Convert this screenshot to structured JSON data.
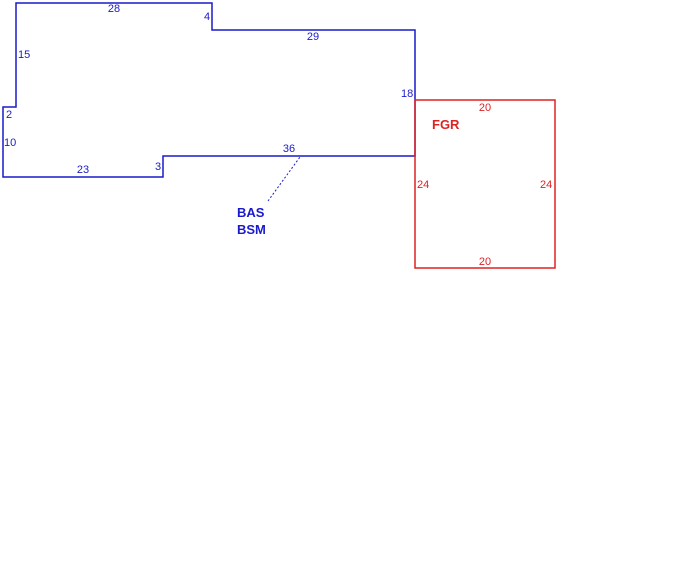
{
  "colors": {
    "main": "#1a1acc",
    "garage": "#dd2222"
  },
  "main_area": {
    "labels": [
      "BAS",
      "BSM"
    ],
    "dimensions": {
      "top": "28",
      "step_top": "4",
      "upper_right_top": "29",
      "left_upper": "15",
      "left_notch": "2",
      "left_lower": "10",
      "bottom_left": "23",
      "step_bottom": "3",
      "bottom_right": "36",
      "right": "18"
    }
  },
  "garage": {
    "label": "FGR",
    "dimensions": {
      "top": "20",
      "left": "24",
      "right": "24",
      "bottom": "20"
    }
  }
}
